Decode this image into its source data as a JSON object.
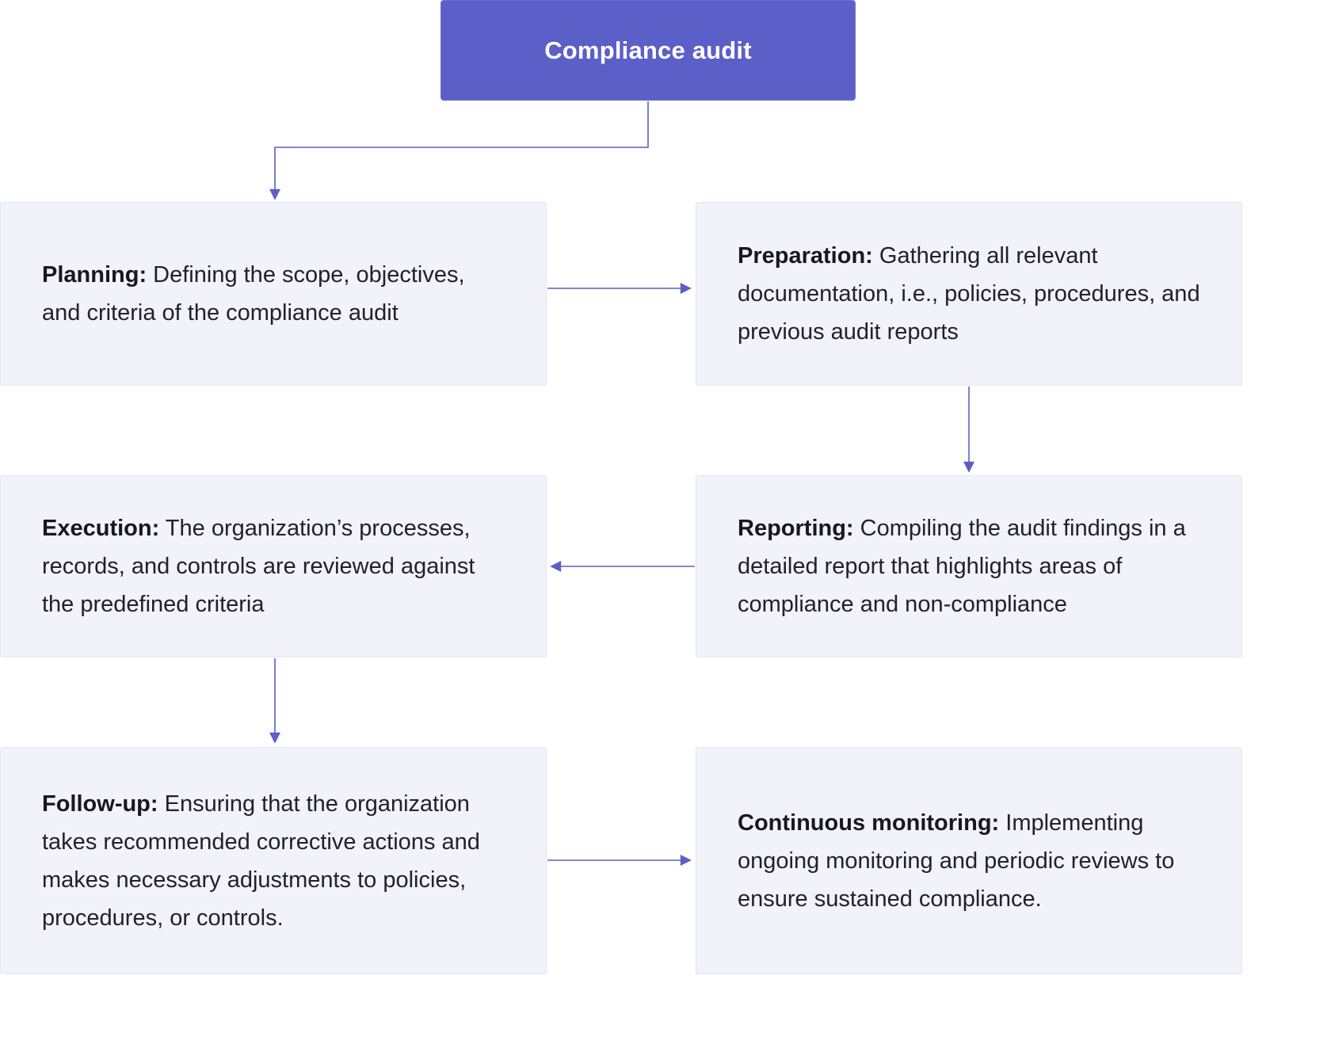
{
  "title": {
    "label": "Compliance audit"
  },
  "nodes": {
    "planning": {
      "label": "Planning:",
      "text": "Defining the scope, objectives, and criteria of the compliance audit"
    },
    "preparation": {
      "label": "Preparation:",
      "text": "Gathering all relevant documentation, i.e., policies, procedures, and previous audit reports"
    },
    "execution": {
      "label": "Execution:",
      "text": "The organization’s processes, records, and controls are reviewed against the predefined criteria"
    },
    "reporting": {
      "label": "Reporting:",
      "text": "Compiling the audit findings in a detailed report that highlights areas of compliance and non-compliance"
    },
    "follow_up": {
      "label": "Follow-up:",
      "text": "Ensuring that the organization takes recommended corrective actions and makes necessary adjustments to policies, procedures, or controls."
    },
    "continuous_monitoring": {
      "label": "Continuous monitoring:",
      "text": "Implementing ongoing monitoring and periodic reviews to ensure sustained compliance."
    }
  },
  "edges": [
    {
      "from": "compliance_audit",
      "to": "planning"
    },
    {
      "from": "planning",
      "to": "preparation"
    },
    {
      "from": "preparation",
      "to": "reporting"
    },
    {
      "from": "reporting",
      "to": "execution"
    },
    {
      "from": "execution",
      "to": "follow_up"
    },
    {
      "from": "follow_up",
      "to": "continuous_monitoring"
    }
  ],
  "colors": {
    "accent": "#5b5fc7",
    "node_fill": "#f1f2fa",
    "node_border": "#e3e5f3",
    "arrow": "#5b5fc7",
    "text": "#212229",
    "title_text": "#ffffff",
    "background": "#ffffff"
  }
}
